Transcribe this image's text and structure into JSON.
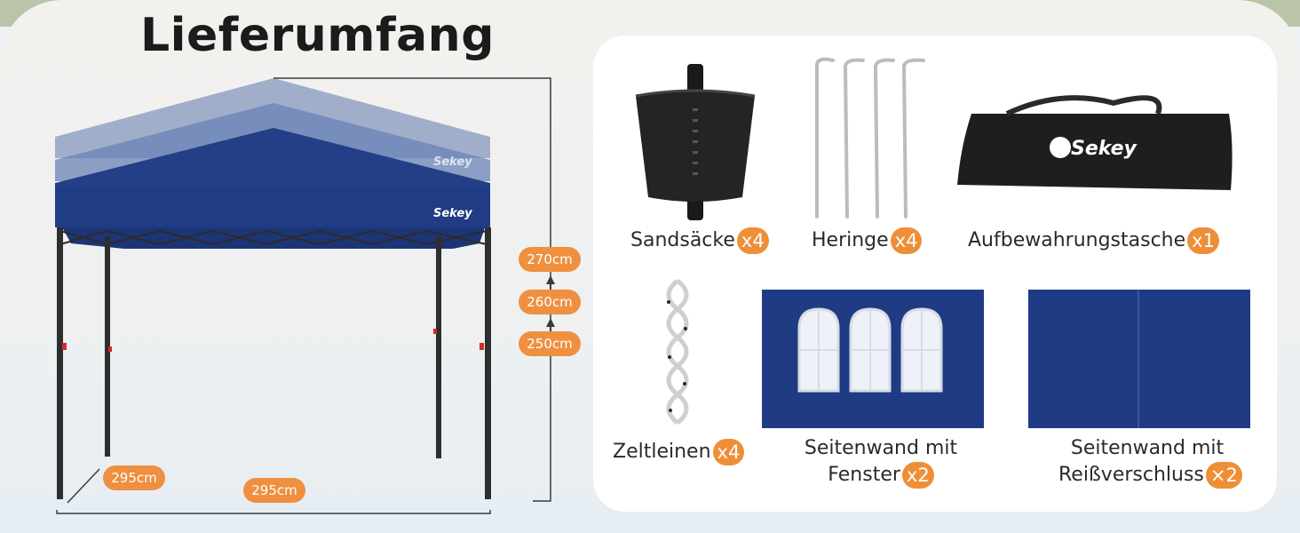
{
  "title": "Lieferumfang",
  "brand": "Sekey",
  "colors": {
    "accent": "#ee8f38",
    "canopy": "#1e3f86",
    "panel": "#ffffff"
  },
  "dimensions": {
    "heights": [
      "270cm",
      "260cm",
      "250cm"
    ],
    "depth": "295cm",
    "width": "295cm"
  },
  "items": [
    {
      "label": "Sandsäcke",
      "qty": "x4",
      "icon": "sandbag-icon"
    },
    {
      "label": "Heringe",
      "qty": "x4",
      "icon": "tent-stakes-icon"
    },
    {
      "label": "Aufbewahrungstasche",
      "qty": "x1",
      "icon": "storage-bag-icon"
    },
    {
      "label": "Zeltleinen",
      "qty": "x4",
      "icon": "rope-icon"
    },
    {
      "label_line1": "Seitenwand mit",
      "label_line2": "Fenster",
      "qty": "x2",
      "icon": "sidewall-window-icon"
    },
    {
      "label_line1": "Seitenwand mit",
      "label_line2": "Reißverschluss",
      "qty": "×2",
      "icon": "sidewall-zipper-icon"
    }
  ]
}
